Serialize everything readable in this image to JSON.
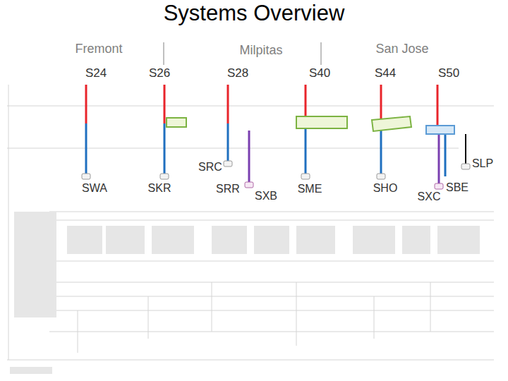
{
  "diagram": {
    "title": "Systems Overview",
    "labels": [
      "Fremont",
      "Milpitas",
      "San Jose",
      "S24",
      "S26",
      "S28",
      "S40",
      "S44",
      "S50",
      "SRC",
      "SWA",
      "SKR",
      "SRR",
      "SXB",
      "SME",
      "SHO",
      "SXC",
      "SBE",
      "SLP"
    ]
  }
}
